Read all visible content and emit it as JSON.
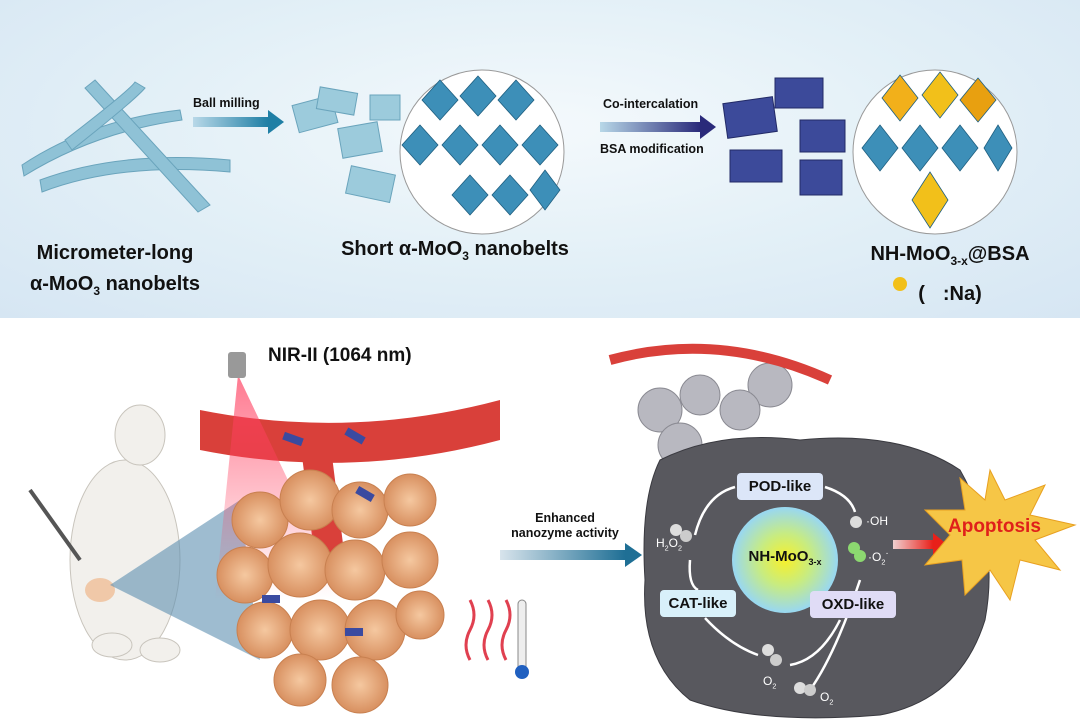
{
  "top_panel": {
    "step1_label": "Ball milling",
    "step2_label_a": "Co-intercalation",
    "step2_label_b": "BSA modification",
    "material1": {
      "line1": "Micrometer-long",
      "line2_a": "α-MoO",
      "line2_sub": "3",
      "line2_b": " nanobelts"
    },
    "material2": {
      "a": "Short α-MoO",
      "sub": "3",
      "b": " nanobelts"
    },
    "material3": {
      "a": "NH-MoO",
      "sub": "3-x",
      "b": "@BSA",
      "legend_open": "(",
      "legend_close": ":Na)"
    }
  },
  "bottom_panel": {
    "laser_label": "NIR-II (1064 nm)",
    "arrow_label_1": "Enhanced",
    "arrow_label_2": "nanozyme activity",
    "center": {
      "a": "NH-MoO",
      "sub": "3-x"
    },
    "pod": "POD-like",
    "cat": "CAT-like",
    "oxd": "OXD-like",
    "h2o2": {
      "a": "H",
      "s1": "2",
      "b": "O",
      "s2": "2"
    },
    "oh": "·OH",
    "o2_radical": {
      "a": "·O",
      "sub": "2",
      "sup": "·"
    },
    "o2_1": {
      "a": "O",
      "sub": "2"
    },
    "o2_2": {
      "a": "O",
      "sub": "2"
    },
    "outcome": "Apoptosis"
  },
  "colors": {
    "arrow_blue": "#2a7ea0",
    "arrow_navy": "#2a2a7a",
    "octahedra": "#3d8fb8",
    "na_yellow": "#f2c01a",
    "cell": "#5a5a60",
    "apoptosis_text": "#e0201a",
    "star": "#f6c646"
  }
}
